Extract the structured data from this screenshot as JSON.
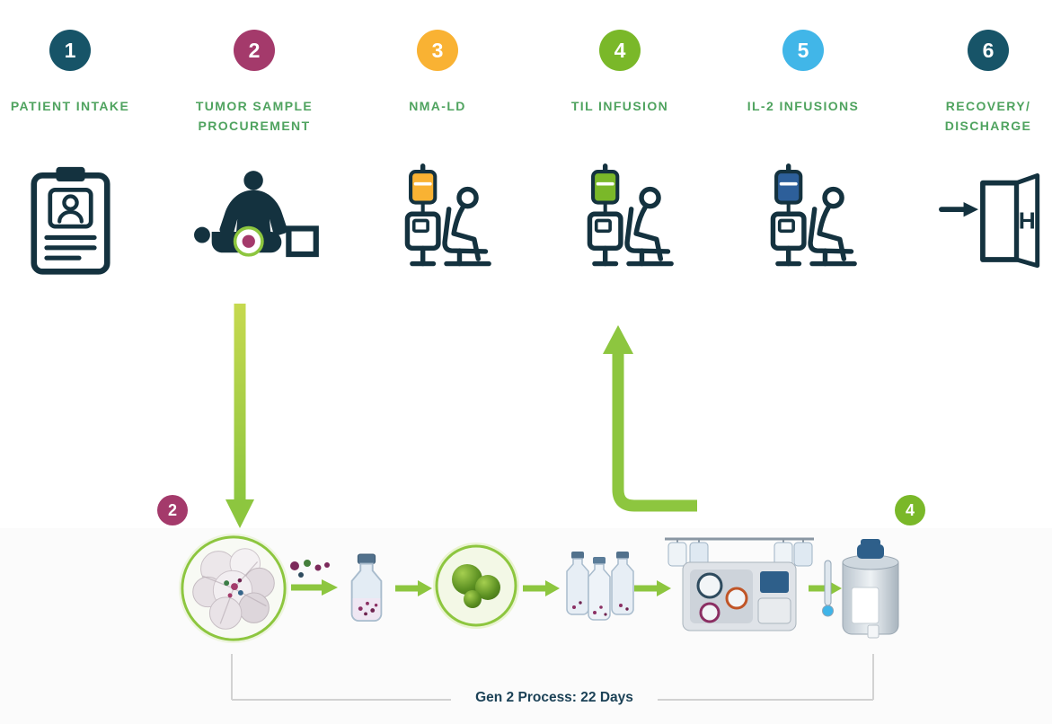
{
  "steps": [
    {
      "number": "1",
      "label": "PATIENT INTAKE",
      "circle_color": "#175468"
    },
    {
      "number": "2",
      "label": "TUMOR SAMPLE PROCUREMENT",
      "circle_color": "#a43a6b"
    },
    {
      "number": "3",
      "label": "NMA-LD",
      "circle_color": "#f9b233",
      "bag_color": "#f9b233"
    },
    {
      "number": "4",
      "label": "TIL INFUSION",
      "circle_color": "#7ab829",
      "bag_color": "#7ab829"
    },
    {
      "number": "5",
      "label": "IL-2 INFUSIONS",
      "circle_color": "#41b6e8",
      "bag_color": "#2d5f9a"
    },
    {
      "number": "6",
      "label": "RECOVERY/ DISCHARGE",
      "circle_color": "#175468",
      "door_letter": "H"
    }
  ],
  "process_row": {
    "start_badge": {
      "number": "2",
      "color": "#a43a6b"
    },
    "end_badge": {
      "number": "4",
      "color": "#7ab829"
    },
    "caption": "Gen 2 Process: 22 Days"
  },
  "icons": {
    "step_1": "clipboard-patient",
    "step_2": "tumor-procurement-surgery",
    "step_3": "iv-infusion-chair",
    "step_4": "iv-infusion-chair",
    "step_5": "iv-infusion-chair",
    "step_6": "discharge-door"
  },
  "colors": {
    "label_green": "#4fa35f",
    "arrow_green": "#8dc63f",
    "arrow_light": "#c6d94f",
    "icon_navy": "#14323f",
    "caption_navy": "#1c4257",
    "bracket_gray": "#d2d2d2",
    "tumor_dot": "#a43a6b"
  }
}
